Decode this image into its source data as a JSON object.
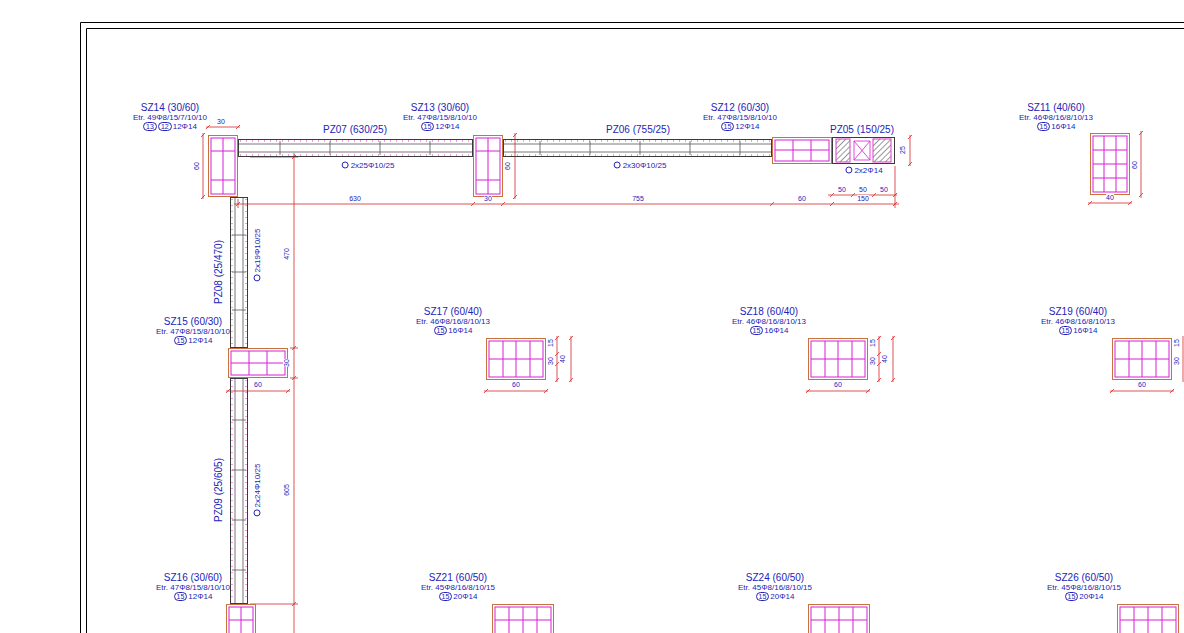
{
  "diagram": {
    "nodes": [
      {
        "text": [
          "SZ14 (30/60)",
          "Etr. 49Φ8/15/7/10/10",
          "13",
          "12",
          "12Φ14"
        ]
      },
      {
        "text": [
          "SZ13 (30/60)",
          "Etr. 47Φ8/15/8/10/10",
          "15",
          "12Φ14"
        ]
      },
      {
        "text": [
          "SZ12 (60/30)",
          "Etr. 47Φ8/15/8/10/10",
          "15",
          "12Φ14"
        ]
      },
      {
        "text": [
          "SZ11 (40/60)",
          "Etr. 46Φ8/16/8/10/13",
          "15",
          "16Φ14"
        ]
      },
      {
        "text": [
          "PZ07 (630/25)",
          "2x25Φ10/25"
        ]
      },
      {
        "text": [
          "PZ06 (755/25)",
          "2x30Φ10/25"
        ]
      },
      {
        "text": [
          "PZ05 (150/25)",
          "2x2Φ14"
        ]
      },
      {
        "text": [
          "PZ08 (25/470)",
          "2x19Φ10/25"
        ]
      },
      {
        "text": [
          "SZ15 (60/30)",
          "Etr. 47Φ8/15/8/10/10",
          "15",
          "12Φ14"
        ]
      },
      {
        "text": [
          "SZ17 (60/40)",
          "Etr. 46Φ8/16/8/10/13",
          "15",
          "16Φ14"
        ]
      },
      {
        "text": [
          "SZ18 (60/40)",
          "Etr. 46Φ8/16/8/10/13",
          "15",
          "16Φ14"
        ]
      },
      {
        "text": [
          "SZ19 (60/40)",
          "Etr. 46Φ8/16/8/10/13",
          "15",
          "16Φ14"
        ]
      },
      {
        "text": [
          "PZ09 (25/605)",
          "2x24Φ10/25"
        ]
      },
      {
        "text": [
          "SZ16 (30/60)",
          "Etr. 47Φ8/15/8/10/10",
          "15",
          "12Φ14"
        ]
      },
      {
        "text": [
          "SZ21 (60/50)",
          "Etr. 45Φ8/16/8/10/15",
          "15",
          "20Φ14"
        ]
      },
      {
        "text": [
          "SZ24 (60/50)",
          "Etr. 45Φ8/16/8/10/15",
          "15",
          "20Φ14"
        ]
      },
      {
        "text": [
          "SZ26 (60/50)",
          "Etr. 45Φ8/16/8/10/15",
          "15",
          "20Φ14"
        ]
      }
    ],
    "labels": [
      "30",
      "60",
      "60",
      "25",
      "50",
      "50",
      "50",
      "630",
      "30",
      "755",
      "60",
      "150",
      "470",
      "30",
      "605",
      "60",
      "40",
      "60",
      "15",
      "30",
      "40",
      "60",
      "15",
      "30",
      "40",
      "60",
      "15",
      "30",
      "60"
    ]
  }
}
